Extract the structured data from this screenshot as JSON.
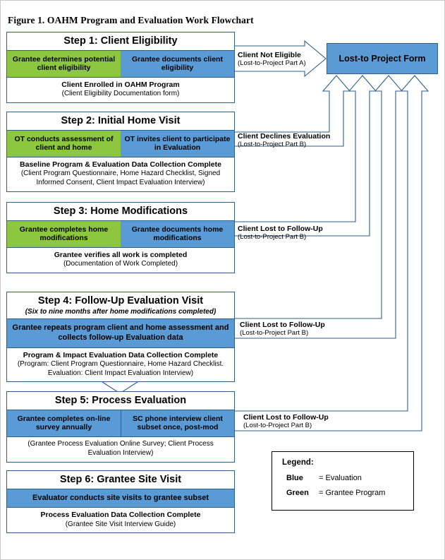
{
  "figure": {
    "title": "Figure 1. OAHM Program and Evaluation Work Flowchart"
  },
  "lost_form": {
    "label": "Lost-to Project Form"
  },
  "steps": [
    {
      "id": "step-1",
      "header": "Step 1: Client Eligibility",
      "subtitle": "",
      "cells": [
        {
          "label": "Grantee determines potential client eligibility",
          "color": "green"
        },
        {
          "label": "Grantee documents client eligibility",
          "color": "blue"
        }
      ],
      "footer_bold": "Client Enrolled in OAHM Program",
      "footer_note": "(Client Eligibility Documentation form)"
    },
    {
      "id": "step-2",
      "header": "Step 2: Initial Home Visit",
      "subtitle": "",
      "cells": [
        {
          "label": "OT conducts assessment of client and home",
          "color": "green"
        },
        {
          "label": "OT invites client to participate in Evaluation",
          "color": "blue"
        }
      ],
      "footer_bold": "Baseline Program & Evaluation Data Collection Complete",
      "footer_note": "(Client Program Questionnaire, Home Hazard Checklist, Signed Informed Consent, Client Impact Evaluation Interview)"
    },
    {
      "id": "step-3",
      "header": "Step 3: Home Modifications",
      "subtitle": "",
      "cells": [
        {
          "label": "Grantee completes home modifications",
          "color": "green"
        },
        {
          "label": "Grantee documents home modifications",
          "color": "blue"
        }
      ],
      "footer_bold": "Grantee verifies all work is completed",
      "footer_note": "(Documentation of Work Completed)"
    },
    {
      "id": "step-4",
      "header": "Step 4: Follow-Up Evaluation Visit",
      "subtitle": "(Six to nine months after home modifications completed)",
      "full_row": "Grantee repeats program client and home assessment and collects follow-up Evaluation data",
      "footer_bold": "Program & Impact Evaluation Data Collection Complete",
      "footer_note": "(Program: Client Program Questionnaire, Home Hazard Checklist. Evaluation: Client Impact Evaluation Interview)"
    },
    {
      "id": "step-5",
      "header": "Step 5: Process Evaluation",
      "subtitle": "",
      "cells": [
        {
          "label": "Grantee completes on-line survey annually",
          "color": "blue"
        },
        {
          "label": "SC phone interview client subset once, post-mod",
          "color": "blue"
        }
      ],
      "footer_bold": "",
      "footer_note": "(Grantee Process Evaluation Online Survey; Client Process Evaluation Interview)"
    },
    {
      "id": "step-6",
      "header": "Step 6: Grantee Site Visit",
      "subtitle": "",
      "full_row": "Evaluator conducts site visits to grantee subset",
      "footer_bold": "Process Evaluation Data Collection Complete",
      "footer_note": "(Grantee Site Visit Interview Guide)"
    }
  ],
  "callouts": [
    {
      "id": "callout-1",
      "title": "Client Not Eligible",
      "note": "(Lost-to-Project Part A)"
    },
    {
      "id": "callout-2",
      "title": "Client Declines Evaluation",
      "note": "(Lost-to-Project Part B)"
    },
    {
      "id": "callout-3",
      "title": "Client Lost to Follow-Up",
      "note": "(Lost-to-Project Part B)"
    },
    {
      "id": "callout-4",
      "title": "Client Lost to Follow-Up",
      "note": "(Lost-to-Project Part B)"
    },
    {
      "id": "callout-5",
      "title": "Client Lost to Follow-Up",
      "note": "(Lost-to-Project Part B)"
    }
  ],
  "legend": {
    "title": "Legend:",
    "rows": [
      {
        "key": "Blue",
        "value": "= Evaluation"
      },
      {
        "key": "Green",
        "value": "= Grantee Program"
      }
    ]
  },
  "colors": {
    "blue": "#5B9BD5",
    "green": "#8DC63F",
    "line": "#2E5F8A",
    "text": "#000000",
    "background": "#FFFFFF"
  }
}
